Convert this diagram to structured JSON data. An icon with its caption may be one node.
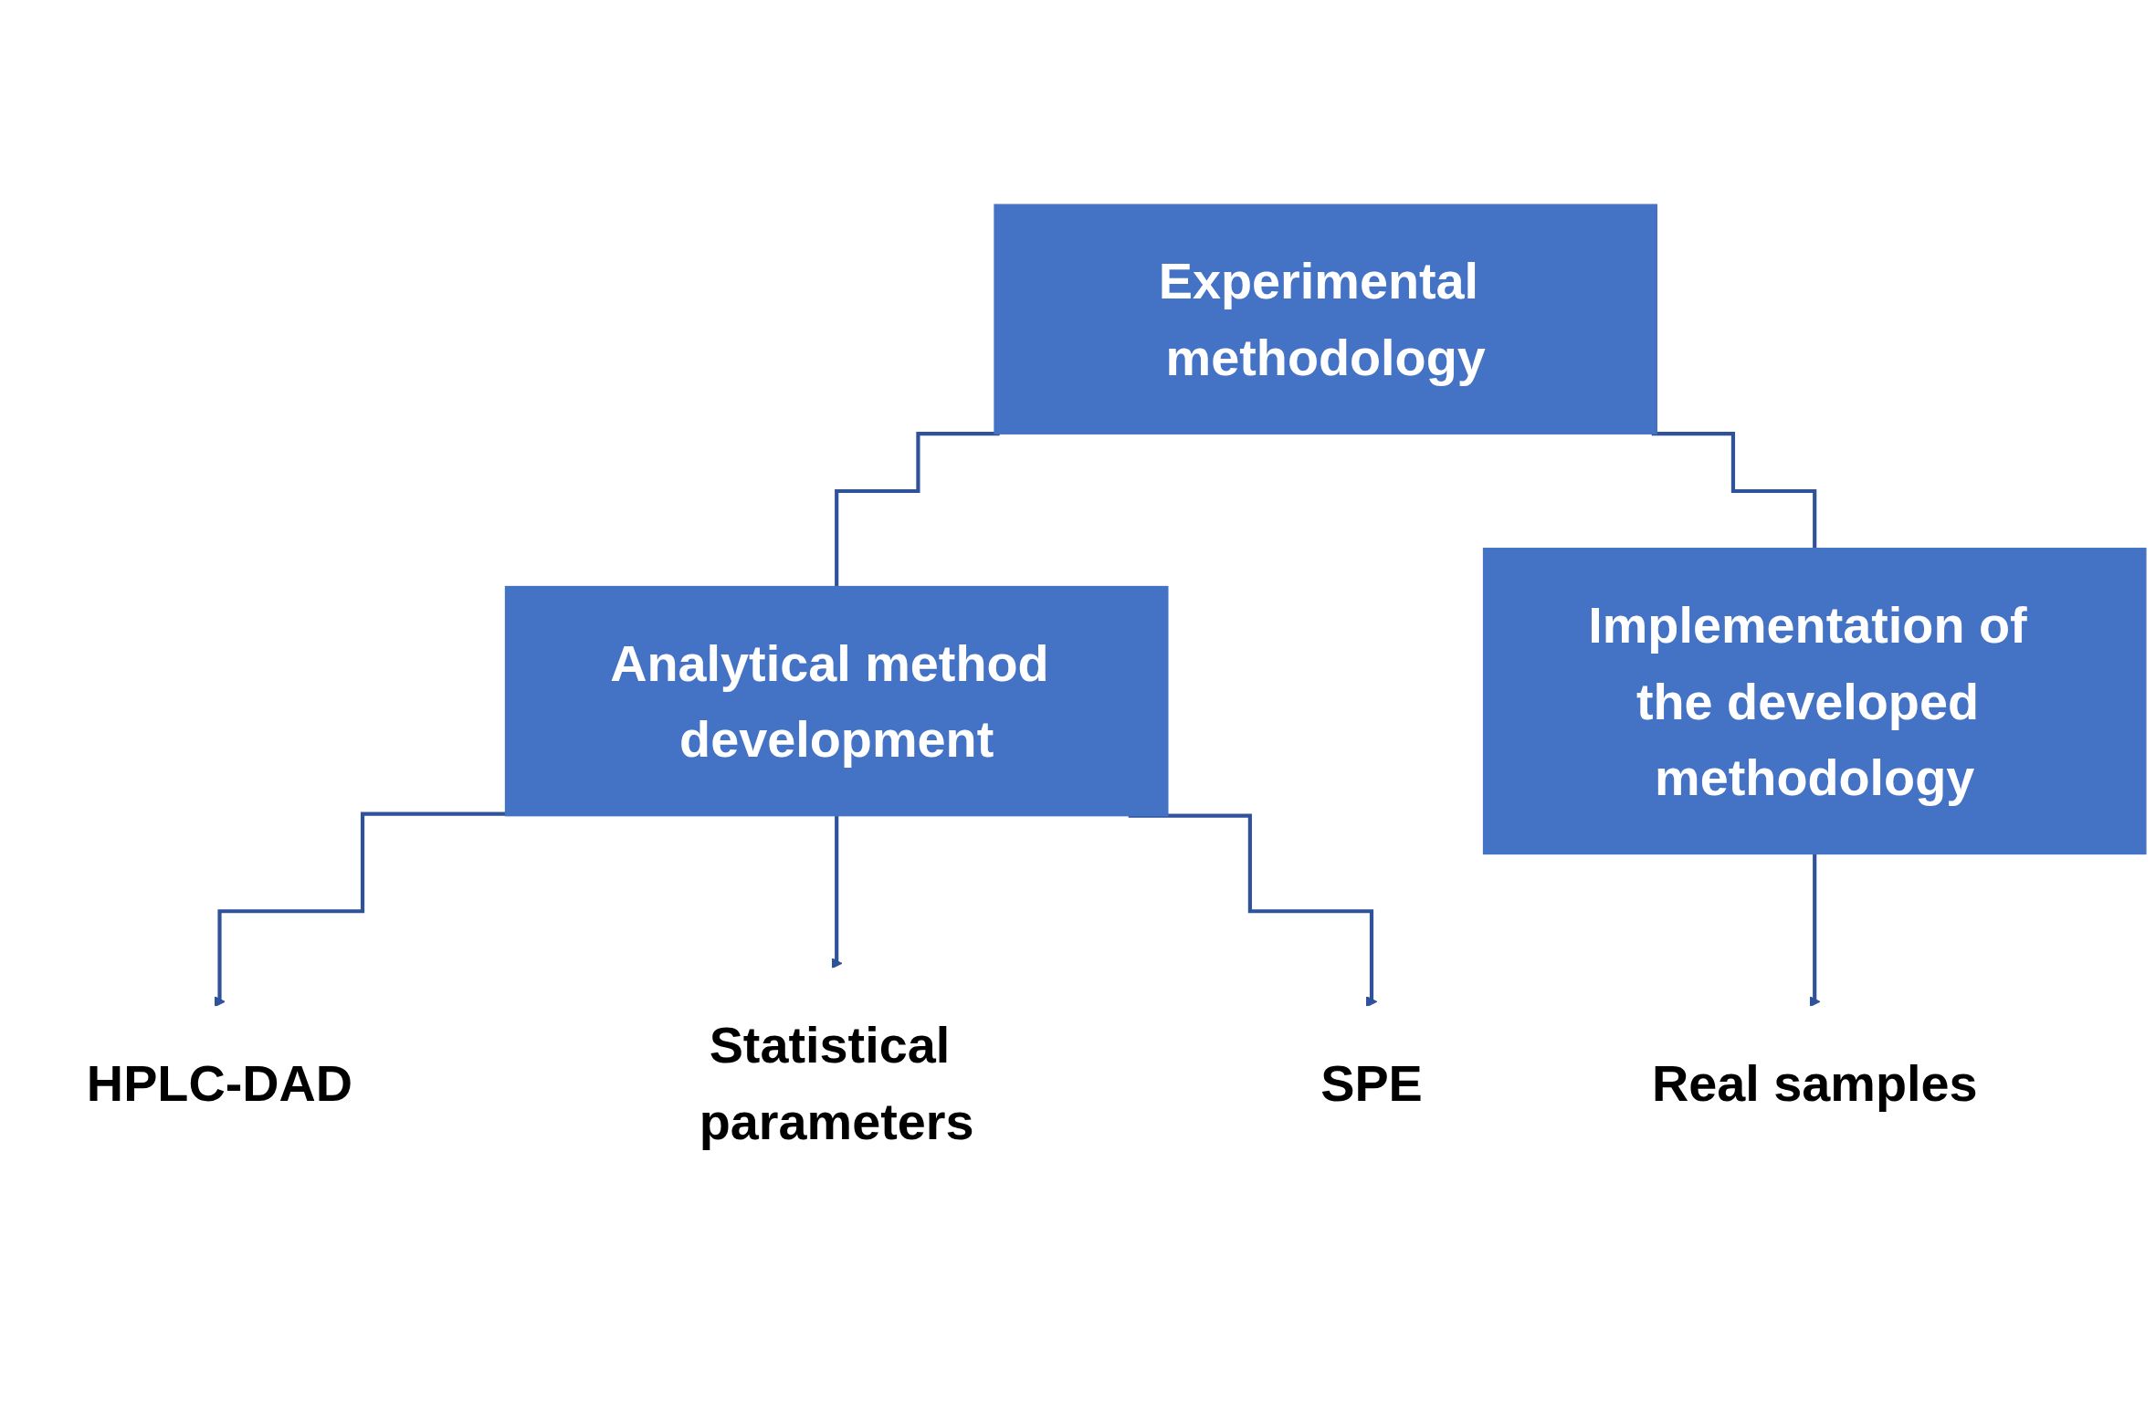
{
  "diagram": {
    "nodes": [
      {
        "text": [
          "Experimental methodology"
        ]
      },
      {
        "text": [
          "Analytical method development"
        ]
      },
      {
        "text": [
          "Implementation of the developed methodology"
        ]
      },
      {
        "text": [
          "HPLC-DAD"
        ]
      },
      {
        "text": [
          "Statistical parameters"
        ]
      },
      {
        "text": [
          "SPE"
        ]
      },
      {
        "text": [
          "Real samples"
        ]
      }
    ],
    "edges": [
      {
        "from": 0,
        "to": 1,
        "arrow": "none"
      },
      {
        "from": 0,
        "to": 2,
        "arrow": "none"
      },
      {
        "from": 1,
        "to": 3,
        "arrow": "to"
      },
      {
        "from": 1,
        "to": 4,
        "arrow": "to"
      },
      {
        "from": 1,
        "to": 5,
        "arrow": "to"
      },
      {
        "from": 2,
        "to": 6,
        "arrow": "to"
      }
    ]
  }
}
